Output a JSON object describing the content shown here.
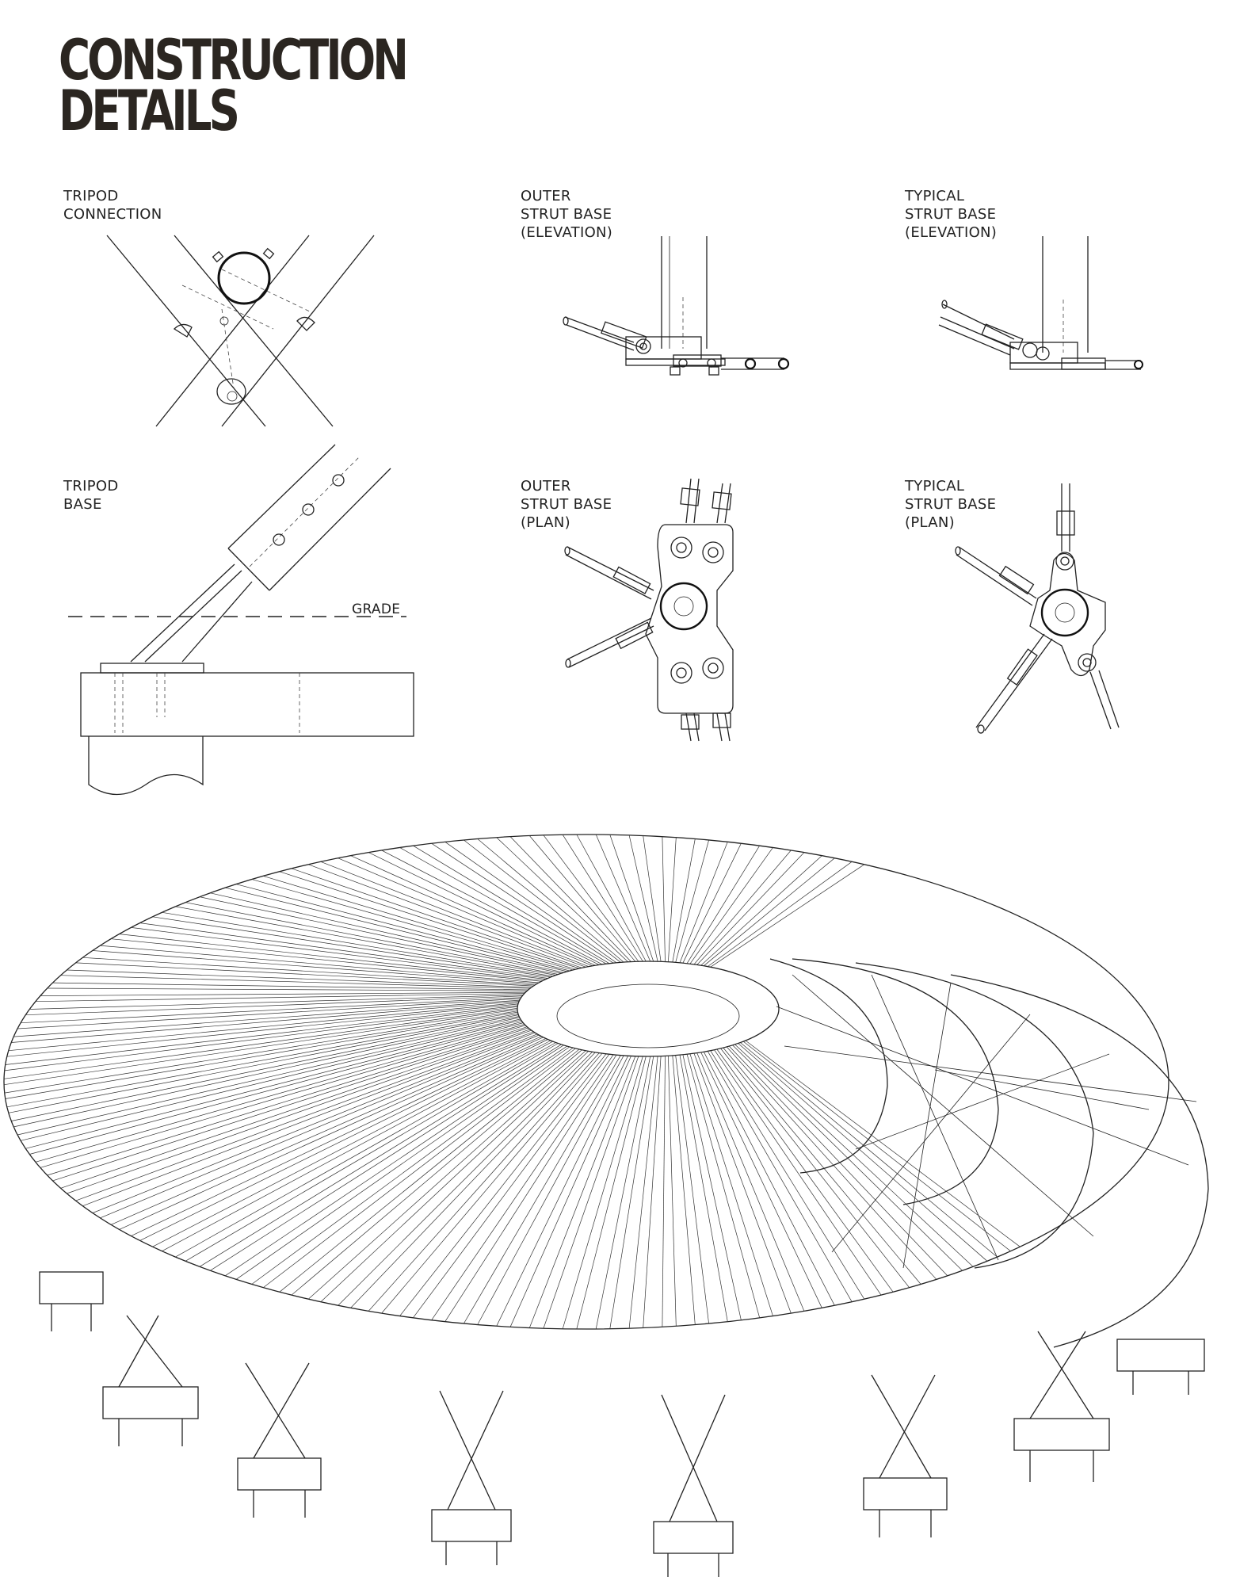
{
  "title": {
    "line1": "CONSTRUCTION",
    "line2": "DETAILS"
  },
  "details": {
    "tripod_connection": {
      "line1": "TRIPOD",
      "line2": "CONNECTION"
    },
    "tripod_base": {
      "line1": "TRIPOD",
      "line2": "BASE",
      "grade": "GRADE"
    },
    "outer_elev": {
      "line1": "OUTER",
      "line2": "STRUT BASE",
      "line3": "(ELEVATION)"
    },
    "typical_elev": {
      "line1": "TYPICAL",
      "line2": "STRUT BASE",
      "line3": "(ELEVATION)"
    },
    "outer_plan": {
      "line1": "OUTER",
      "line2": "STRUT BASE",
      "line3": "(PLAN)"
    },
    "typical_plan": {
      "line1": "TYPICAL",
      "line2": "STRUT BASE",
      "line3": "(PLAN)"
    }
  },
  "colors": {
    "ink": "#222222",
    "title": "#2b2621",
    "background": "#ffffff"
  }
}
